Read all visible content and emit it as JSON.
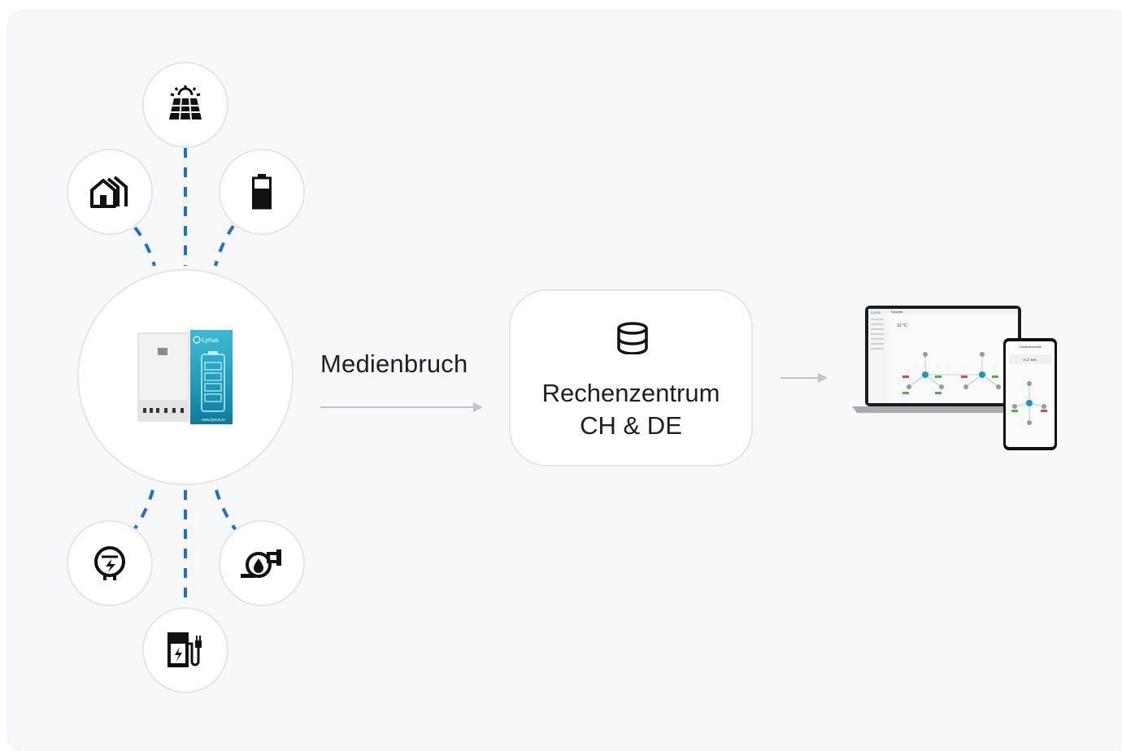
{
  "flow": {
    "source_devices": [
      {
        "id": "solar",
        "icon": "solar-panel-icon"
      },
      {
        "id": "building",
        "icon": "building-icon"
      },
      {
        "id": "battery",
        "icon": "battery-icon"
      },
      {
        "id": "meter",
        "icon": "meter-icon"
      },
      {
        "id": "heat-pump",
        "icon": "heat-pump-icon"
      },
      {
        "id": "ev-charger",
        "icon": "ev-charger-icon"
      }
    ],
    "hub": {
      "image": "inverter-and-battery-image",
      "brand": "Lynus",
      "footer": "www.lynus.io"
    },
    "arrow_label": "Medienbruch",
    "datacenter": {
      "icon": "database-icon",
      "line1": "Rechenzentrum",
      "line2": "CH & DE"
    },
    "output": {
      "image": "laptop-and-phone-dashboard-image",
      "app_brand": "Lynus",
      "app_title": "Favoriten",
      "temp": "12 °C",
      "phone_title": "Gebäudezentrale",
      "phone_value": "19,27 kWh"
    }
  },
  "colors": {
    "dash": "#1f6fd1",
    "arrow": "#c2c4c8",
    "icon": "#111111",
    "border": "#e3e5e9",
    "panel": "#f7f8fa",
    "battery_teal": "#1aa6c4"
  }
}
